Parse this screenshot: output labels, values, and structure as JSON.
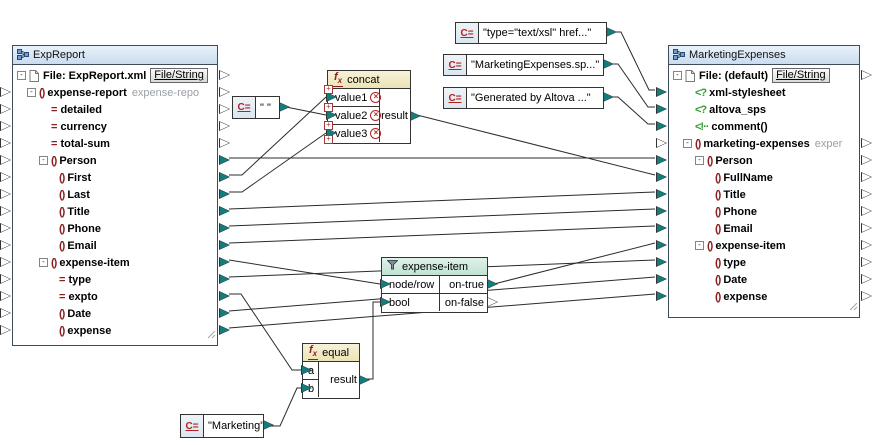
{
  "colors": {
    "connector_teal": "#117d7d",
    "wire": "#2b2b2b",
    "component_header": "#c9dcee",
    "function_header": "#f2edca",
    "filter_header": "#c9e7d8",
    "xml_icon_red": "#8b1f1f",
    "pi_icon_green": "#2f9e2f",
    "note_gray": "#9aa0a6"
  },
  "icons": {
    "expander": "-",
    "element": "()",
    "attribute": "=",
    "pi": "<?",
    "comment": "<!··",
    "const": "C=",
    "fx_f": "f",
    "fx_x": "x",
    "remove": "×",
    "plus": "+"
  },
  "left": {
    "title": "ExpReport",
    "rows": [
      {
        "label": "File: ExpReport.xml",
        "button": "File/String"
      },
      {
        "label": "expense-report",
        "note": "expense-repo"
      },
      {
        "label": "detailed"
      },
      {
        "label": "currency"
      },
      {
        "label": "total-sum"
      },
      {
        "label": "Person"
      },
      {
        "label": "First"
      },
      {
        "label": "Last"
      },
      {
        "label": "Title"
      },
      {
        "label": "Phone"
      },
      {
        "label": "Email"
      },
      {
        "label": "expense-item"
      },
      {
        "label": "type"
      },
      {
        "label": "expto"
      },
      {
        "label": "Date"
      },
      {
        "label": "expense"
      }
    ]
  },
  "right": {
    "title": "MarketingExpenses",
    "rows": [
      {
        "label": "File: (default)",
        "button": "File/String"
      },
      {
        "label": "xml-stylesheet"
      },
      {
        "label": "altova_sps"
      },
      {
        "label": "comment()"
      },
      {
        "label": "marketing-expenses",
        "note": "exper"
      },
      {
        "label": "Person"
      },
      {
        "label": "FullName"
      },
      {
        "label": "Title"
      },
      {
        "label": "Phone"
      },
      {
        "label": "Email"
      },
      {
        "label": "expense-item"
      },
      {
        "label": "type"
      },
      {
        "label": "Date"
      },
      {
        "label": "expense"
      }
    ]
  },
  "functions": {
    "concat": {
      "title": "concat",
      "inputs": [
        "value1",
        "value2",
        "value3"
      ],
      "output": "result"
    },
    "equal": {
      "title": "equal",
      "inputs": [
        "a",
        "b"
      ],
      "output": "result"
    },
    "filter": {
      "title": "expense-item",
      "inputs": [
        "node/row",
        "bool"
      ],
      "outputs": [
        "on-true",
        "on-false"
      ]
    }
  },
  "constants": [
    {
      "value": "\"type=\"text/xsl\" href...\""
    },
    {
      "value": "\"MarketingExpenses.sp...\""
    },
    {
      "value": "\"Generated by Altova ...\""
    },
    {
      "value": "\" \""
    },
    {
      "value": "\"Marketing\""
    }
  ]
}
